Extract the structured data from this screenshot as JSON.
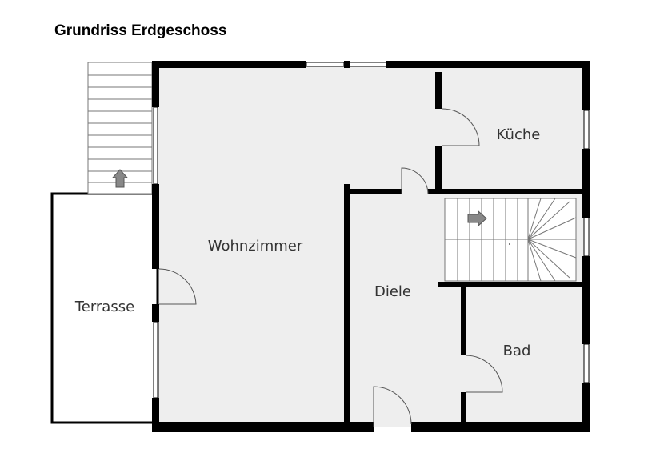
{
  "title": "Grundriss Erdgeschoss",
  "rooms": {
    "wohnzimmer": "Wohnzimmer",
    "kueche": "Küche",
    "diele": "Diele",
    "bad": "Bad",
    "terrasse": "Terrasse"
  },
  "colors": {
    "wall": "#000000",
    "floor": "#eeeeee",
    "terrace": "#ffffff",
    "door_swing": "#555555",
    "arrow": "#777777"
  },
  "icons": [
    "up-arrow-icon",
    "right-arrow-icon"
  ]
}
